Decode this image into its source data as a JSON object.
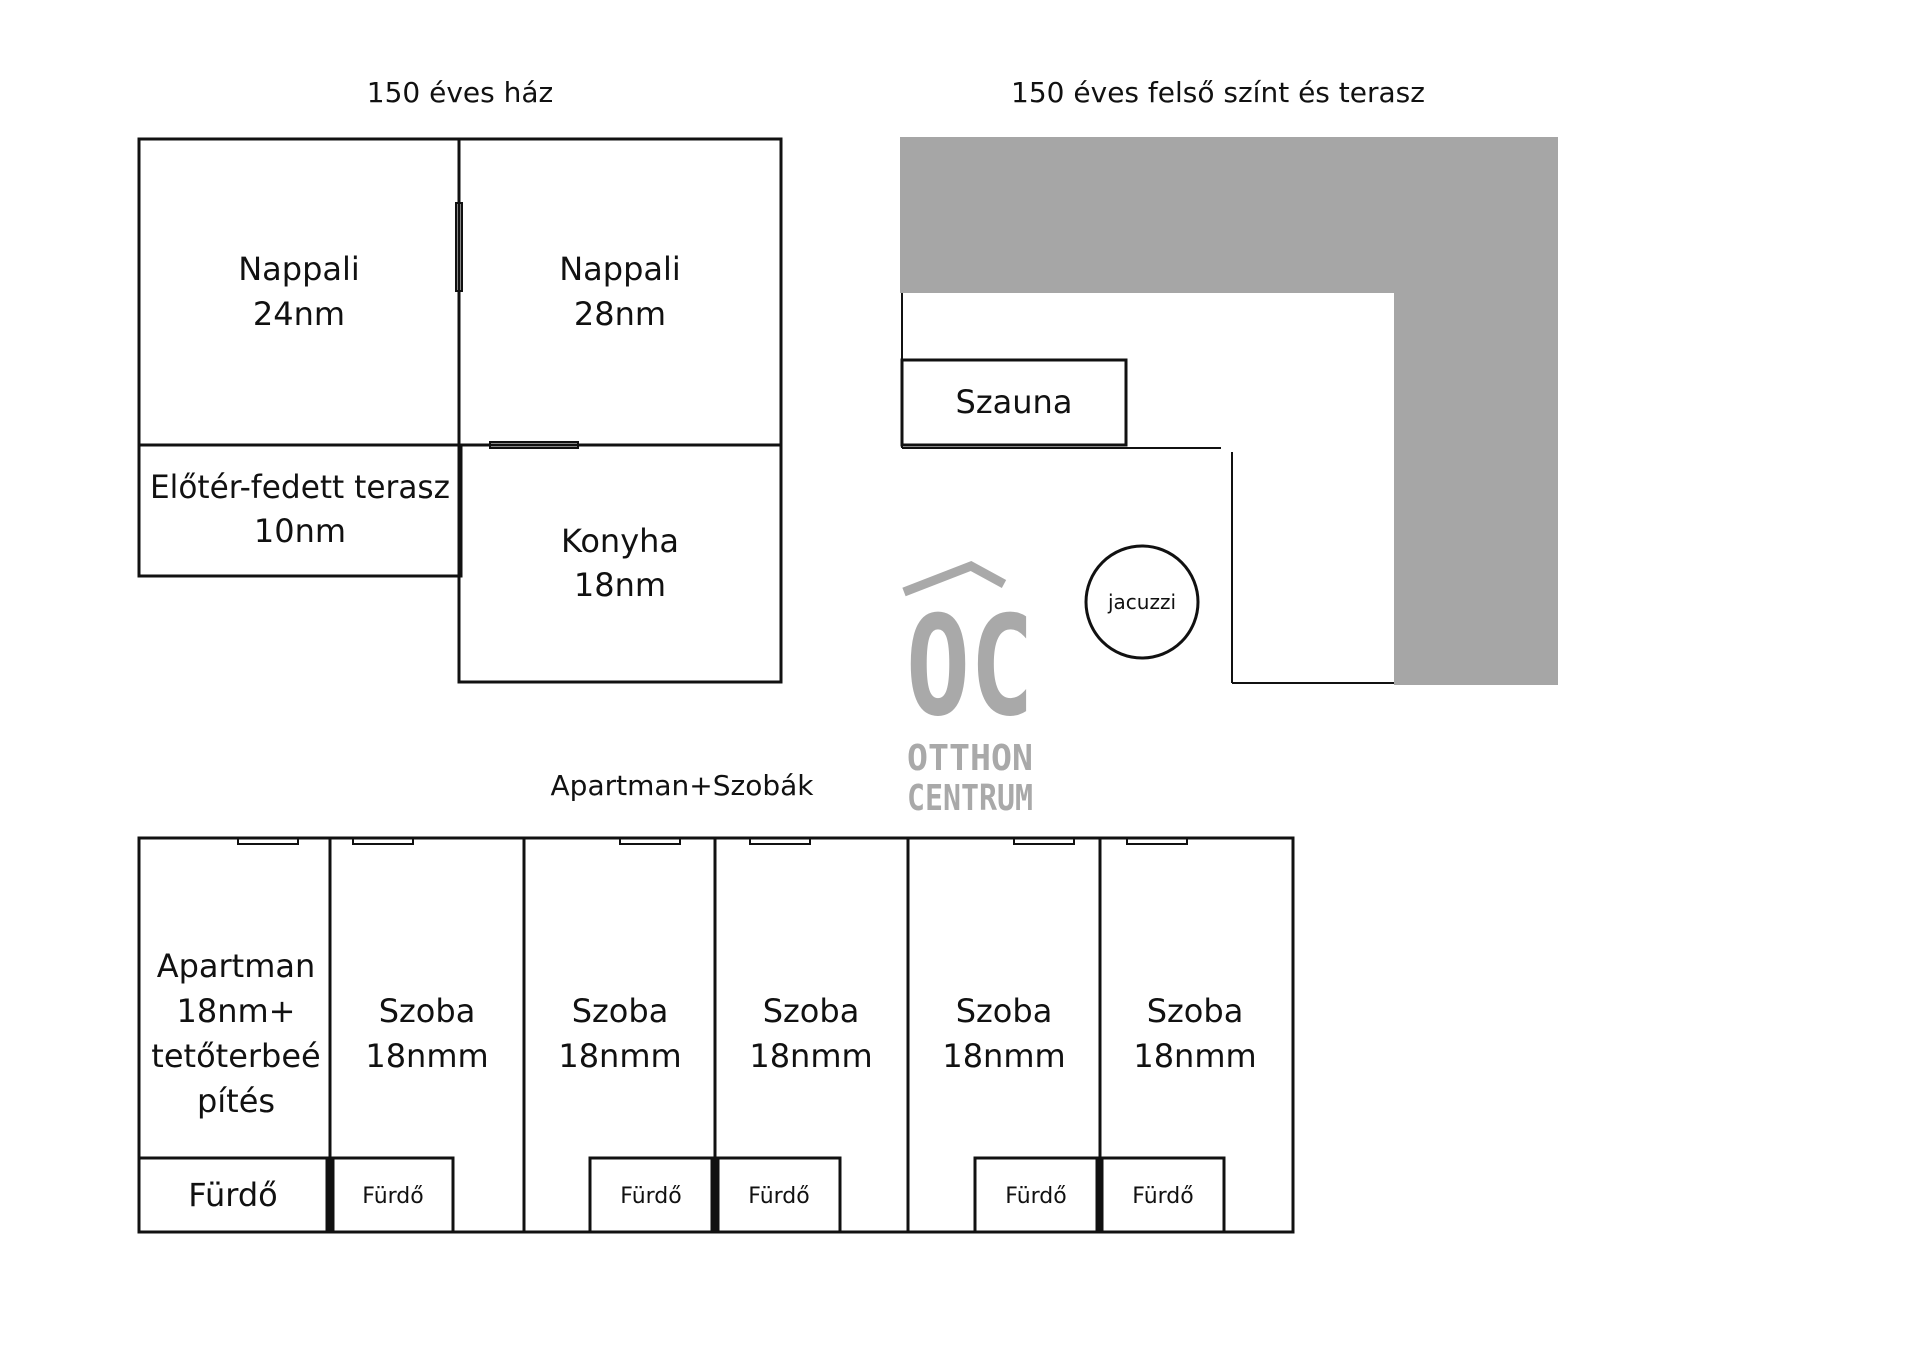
{
  "titles": {
    "house": "150 éves ház",
    "upper": "150 éves felső színt és terasz",
    "apartments": "Apartman+Szobák"
  },
  "house": {
    "nappali1": {
      "name": "Nappali",
      "area": "24nm"
    },
    "nappali2": {
      "name": "Nappali",
      "area": "28nm"
    },
    "eloter": {
      "name": "Előtér-fedett terasz",
      "area": "10nm"
    },
    "konyha": {
      "name": "Konyha",
      "area": "18nm"
    }
  },
  "upper": {
    "sauna": "Szauna",
    "jacuzzi": "jacuzzi",
    "terrace_color": "#a6a6a6"
  },
  "apartment": {
    "lines": [
      "Apartman",
      "18nm+",
      "tetőterbeé",
      "pítés"
    ],
    "bath": "Fürdő"
  },
  "rooms": [
    {
      "name": "Szoba",
      "area": "18nmm",
      "bath": "Fürdő"
    },
    {
      "name": "Szoba",
      "area": "18nmm",
      "bath": "Fürdő"
    },
    {
      "name": "Szoba",
      "area": "18nmm",
      "bath": "Fürdő"
    },
    {
      "name": "Szoba",
      "area": "18nmm",
      "bath": "Fürdő"
    },
    {
      "name": "Szoba",
      "area": "18nmm",
      "bath": "Fürdő"
    }
  ],
  "logo": {
    "mark": "OC",
    "line1": "OTTHON",
    "line2": "CENTRUM",
    "color": "#a9a9a9",
    "icon": "house-roof-icon"
  }
}
